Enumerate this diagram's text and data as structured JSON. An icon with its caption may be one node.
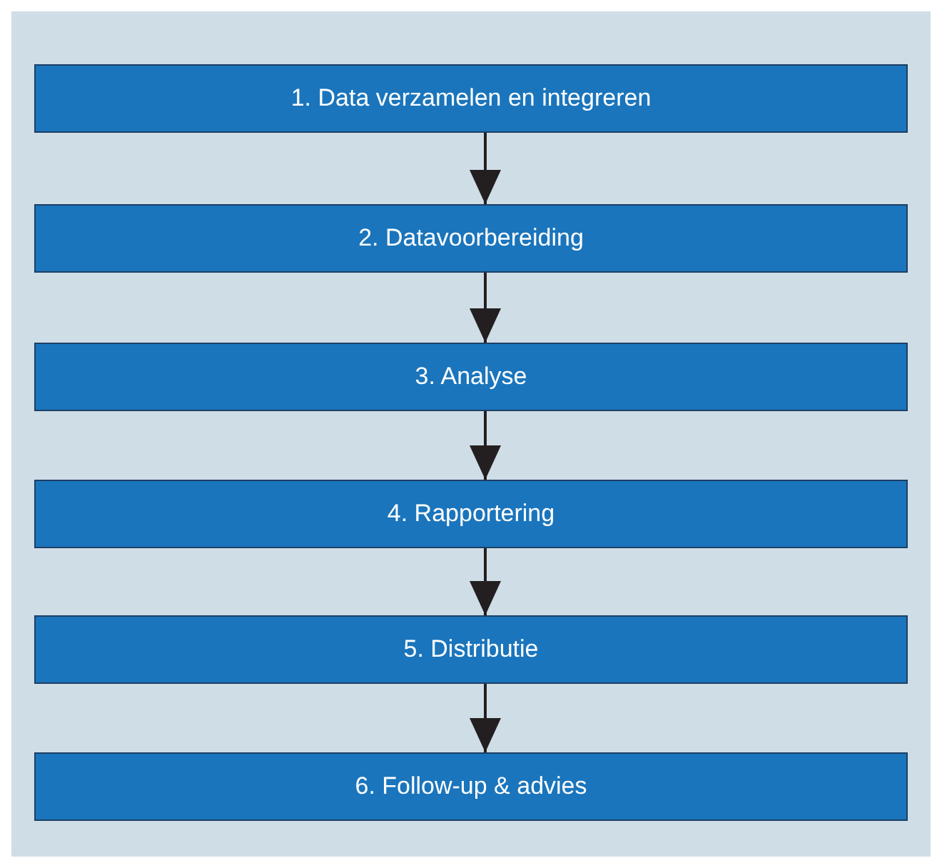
{
  "diagram": {
    "nodes": [
      {
        "text": [
          "1. Data verzamelen en integreren"
        ]
      },
      {
        "text": [
          "2. Datavoorbereiding"
        ]
      },
      {
        "text": [
          "3. Analyse"
        ]
      },
      {
        "text": [
          "4. Rapportering"
        ]
      },
      {
        "text": [
          "5. Distributie"
        ]
      },
      {
        "text": [
          "6. Follow-up & advies"
        ]
      }
    ],
    "edges": [
      {
        "from": 0,
        "to": 1,
        "arrow": "to"
      },
      {
        "from": 1,
        "to": 2,
        "arrow": "to"
      },
      {
        "from": 2,
        "to": 3,
        "arrow": "to"
      },
      {
        "from": 3,
        "to": 4,
        "arrow": "to"
      },
      {
        "from": 4,
        "to": 5,
        "arrow": "to"
      }
    ]
  }
}
